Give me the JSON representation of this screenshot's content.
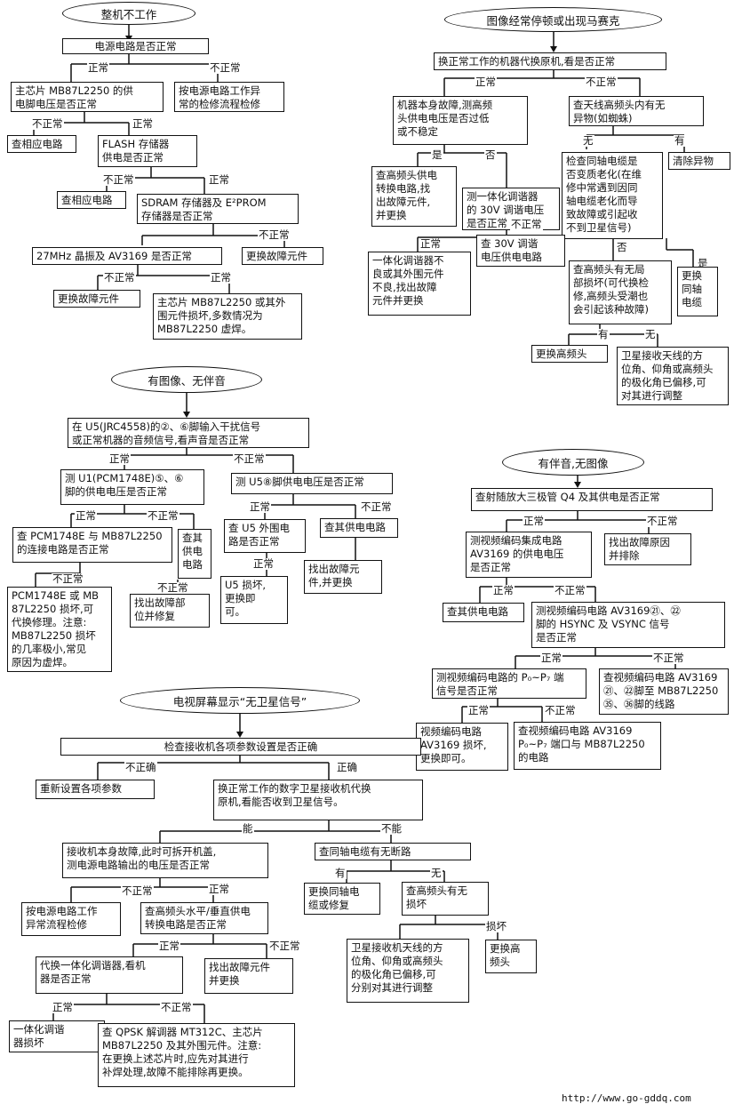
{
  "titles": {
    "t1": "整机不工作",
    "t2": "图像经常停顿或出现马赛克",
    "t3": "有图像、无伴音",
    "t4": "有伴音,无图像",
    "t5": "电视屏幕显示“无卫星信号”"
  },
  "labels": {
    "normal": "正常",
    "abnormal": "不正常",
    "no_correct": "不正确",
    "correct": "正确",
    "yes": "是",
    "no": "否",
    "have": "有",
    "none": "无",
    "can": "能",
    "cannot": "不能",
    "broken": "损坏"
  },
  "s1": {
    "b1": "电源电路是否正常",
    "b2": "主芯片 MB87L2250 的供\n电脚电压是否正常",
    "b3": "按电源电路工作异\n常的检修流程检修",
    "b4": "查相应电路",
    "b5": "FLASH 存储器\n供电是否正常",
    "b6": "查相应电路",
    "b7": "SDRAM 存储器及 E²PROM\n存储器是否正常",
    "b8": "27MHz 晶振及 AV3169 是否正常",
    "b9": "更换故障元件",
    "b10": "更换故障元件",
    "b11": "主芯片 MB87L2250 或其外\n围元件损坏,多数情况为\nMB87L2250 虚焊。"
  },
  "s2": {
    "b1": "换正常工作的机器代换原机,看是否正常",
    "b2": "机器本身故障,测高频\n头供电电压是否过低\n或不稳定",
    "b3": "查天线高频头内有无\n异物(如蜘蛛)",
    "b4": "查高频头供电\n转换电路,找\n出故障元件,\n并更换",
    "b5": "测一体化调谐器\n的 30V 调谐电压\n是否正常",
    "b6": "检查同轴电缆是\n否变质老化(在维\n修中常遇到因同\n轴电缆老化而导\n致故障或引起收\n不到卫星信号)",
    "b7": "清除异物",
    "b8": "一体化调谐器不\n良或其外围元件\n不良,找出故障\n元件并更换",
    "b9": "查 30V 调谐\n电压供电电路",
    "b10": "查高频头有无局\n部损坏(可代换检\n修,高频头受潮也\n会引起该种故障)",
    "b11": "更换\n同轴\n电缆",
    "b12": "更换高频头",
    "b13": "卫星接收天线的方\n位角、仰角或高频头\n的极化角已偏移,可\n对其进行调整"
  },
  "s3": {
    "b1": "在 U5(JRC4558)的②、⑥脚输入干扰信号\n或正常机器的音频信号,看声音是否正常",
    "b2": "测 U1(PCM1748E)⑤、⑥\n脚的供电电压是否正常",
    "b3": "测 U5⑧脚供电电压是否正常",
    "b4": "查 PCM1748E 与 MB87L2250\n的连接电路是否正常",
    "b5": "查其\n供电\n电路",
    "b6": "查 U5 外围电\n路是否正常",
    "b7": "查其供电电路",
    "b8": "PCM1748E 或 MB\n87L2250 损坏,可\n代换修理。注意:\nMB87L2250 损坏\n的几率极小,常见\n原因为虚焊。",
    "b9": "找出故障部\n位并修复",
    "b10": "U5 损坏,\n更换即\n可。",
    "b11": "找出故障元\n件,并更换"
  },
  "s4": {
    "b1": "查射随放大三极管 Q4 及其供电是否正常",
    "b2": "测视频编码集成电路\nAV3169 的供电电压\n是否正常",
    "b3": "找出故障原因\n并排除",
    "b4": "查其供电电路",
    "b5": "测视频编码电路 AV3169㉑、㉒\n脚的 HSYNC 及 VSYNC 信号\n是否正常",
    "b6": "测视频编码电路的 P₀~P₇ 端\n信号是否正常",
    "b7": "查视频编码电路 AV3169\n㉑、㉒脚至 MB87L2250\n㉟、㊱脚的线路",
    "b8": "视频编码电路\nAV3169 损坏,\n更换即可。",
    "b9": "查视频编码电路 AV3169\nP₀~P₇ 端口与 MB87L2250\n的电路"
  },
  "s5": {
    "b1": "检查接收机各项参数设置是否正确",
    "b2": "重新设置各项参数",
    "b3": "换正常工作的数字卫星接收机代换\n原机,看能否收到卫星信号。",
    "b4": "接收机本身故障,此时可拆开机盖,\n测电源电路输出的电压是否正常",
    "b5": "查同轴电缆有无断路",
    "b6": "按电源电路工作\n异常流程检修",
    "b7": "查高频头水平/垂直供电\n转换电路是否正常",
    "b8": "更换同轴电\n缆或修复",
    "b9": "查高频头有无\n损坏",
    "b10": "代换一体化调谐器,看机\n器是否正常",
    "b11": "找出故障元件\n并更换",
    "b12": "卫星接收机天线的方\n位角、仰角或高频头\n的极化角已偏移,可\n分别对其进行调整",
    "b13": "更换高\n频头",
    "b14": "一体化调谐\n器损坏",
    "b15": "查 QPSK 解调器 MT312C、主芯片\nMB87L2250 及其外围元件。注意:\n在更换上述芯片时,应先对其进行\n补焊处理,故障不能排除再更换。"
  },
  "footer": "http://www.go-gddq.com"
}
